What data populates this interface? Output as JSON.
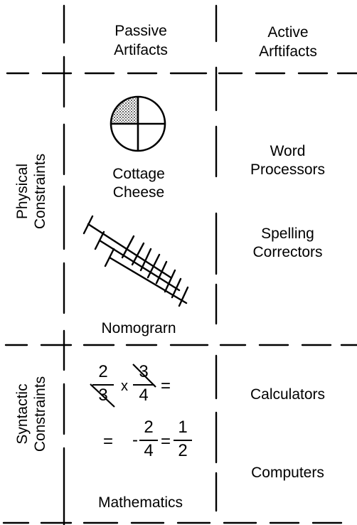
{
  "columns": {
    "passive": [
      "Passive",
      "Artifacts"
    ],
    "active": [
      "Active",
      "Arftifacts"
    ]
  },
  "rows": {
    "physical": [
      "Physical",
      "Constraints"
    ],
    "syntactic": [
      "Syntactic",
      "Constraints"
    ]
  },
  "cells": {
    "cottage_cheese": [
      "Cottage",
      "Cheese"
    ],
    "nomogram": "Nomograrn",
    "mathematics": "Mathematics",
    "word_processors": [
      "Word",
      "Processors"
    ],
    "spelling_correctors": [
      "Spelling",
      "Correctors"
    ],
    "calculators": "Calculators",
    "computers": "Computers"
  },
  "math": {
    "line1": {
      "a_num": "2",
      "a_den": "3",
      "times": "x",
      "b_num": "3",
      "b_den": "4",
      "eq": "="
    },
    "line2": {
      "eq1": "=",
      "minus": "-",
      "c_num": "2",
      "c_den": "4",
      "eq2": "=",
      "d_num": "1",
      "d_den": "2"
    }
  }
}
